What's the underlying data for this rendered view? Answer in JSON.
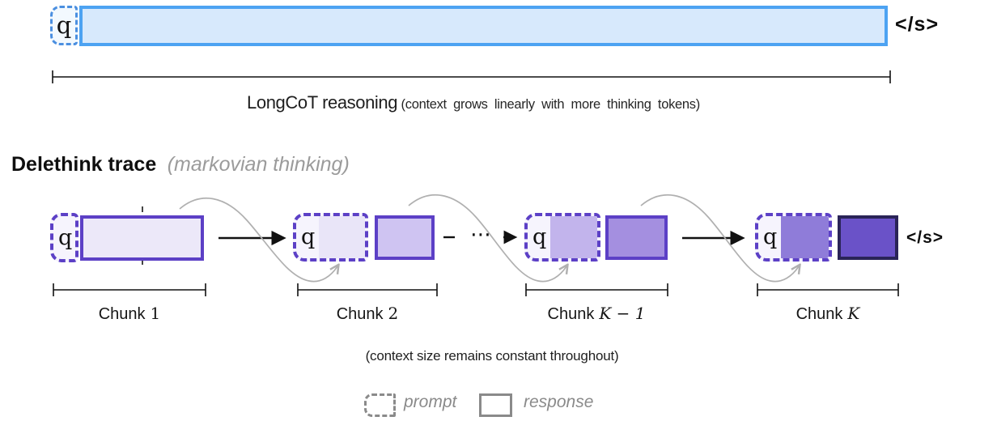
{
  "longcot": {
    "query_label": "q",
    "eos_label": "</s>",
    "caption_main": "LongCoT reasoning",
    "caption_note": "(context grows linearly with more thinking tokens)"
  },
  "delethink": {
    "heading": "Delethink trace",
    "heading_note": "(markovian thinking)",
    "query_label": "q",
    "eos_label": "</s>",
    "ellipsis": "⋯",
    "caption_note": "(context size remains constant throughout)",
    "chunks": [
      {
        "name": "Chunk",
        "index": "1"
      },
      {
        "name": "Chunk",
        "index": "2"
      },
      {
        "name": "Chunk",
        "index": "K − 1"
      },
      {
        "name": "Chunk",
        "index": "K"
      }
    ]
  },
  "legend": {
    "prompt_label": "prompt",
    "response_label": "response"
  },
  "colors": {
    "longcot_fill": "#d7e9fc",
    "longcot_border": "#4da3f2",
    "longcot_prompt_border": "#4b8fe0",
    "chunk_border": "#5c40c6",
    "final_chunk_border": "#2a2458",
    "chunk_response_fills": [
      "#ece8f9",
      "#cfc4f2",
      "#a48fe0",
      "#6a52c8"
    ],
    "carried_context_fills": [
      "#e9e5f8",
      "#c2b4ec",
      "#8f7cd9"
    ],
    "carryover_arrow_gray": "#b0b0b0",
    "legend_gray": "#8a8a8a"
  }
}
